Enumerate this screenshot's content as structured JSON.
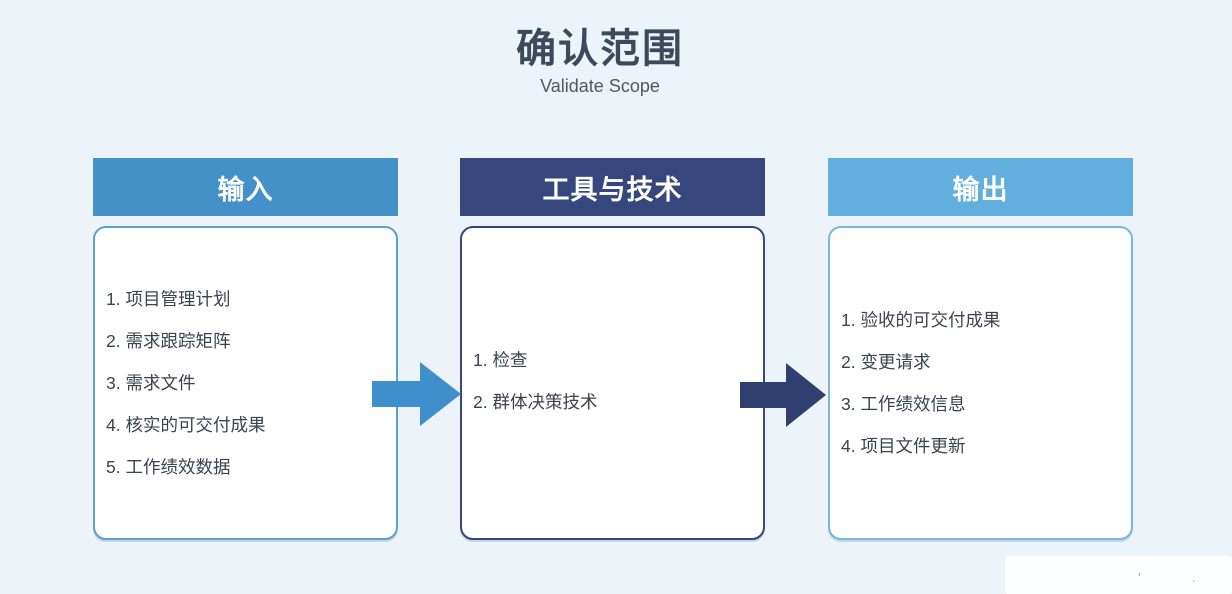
{
  "page": {
    "title": "确认范围",
    "subtitle": "Validate Scope",
    "background_color": "#ECF3F9"
  },
  "columns": [
    {
      "id": "inputs",
      "header": "输入",
      "header_color": "#4490C8",
      "border_color": "#5B9FD4",
      "items": [
        "项目管理计划",
        "需求跟踪矩阵",
        "需求文件",
        "核实的可交付成果",
        "工作绩效数据"
      ]
    },
    {
      "id": "tools",
      "header": "工具与技术",
      "header_color": "#36477E",
      "border_color": "#36477E",
      "items": [
        "检查",
        "群体决策技术"
      ]
    },
    {
      "id": "outputs",
      "header": "输出",
      "header_color": "#62AEDC",
      "border_color": "#77B8E0",
      "items": [
        "验收的可交付成果",
        "变更请求",
        "工作绩效信息",
        "项目文件更新"
      ]
    }
  ],
  "arrows": [
    {
      "id": "arrow-inputs-to-tools",
      "color": "#3E8FCB"
    },
    {
      "id": "arrow-tools-to-outputs",
      "color": "#2F4070"
    }
  ],
  "footer": {
    "marks": "’ . ."
  }
}
